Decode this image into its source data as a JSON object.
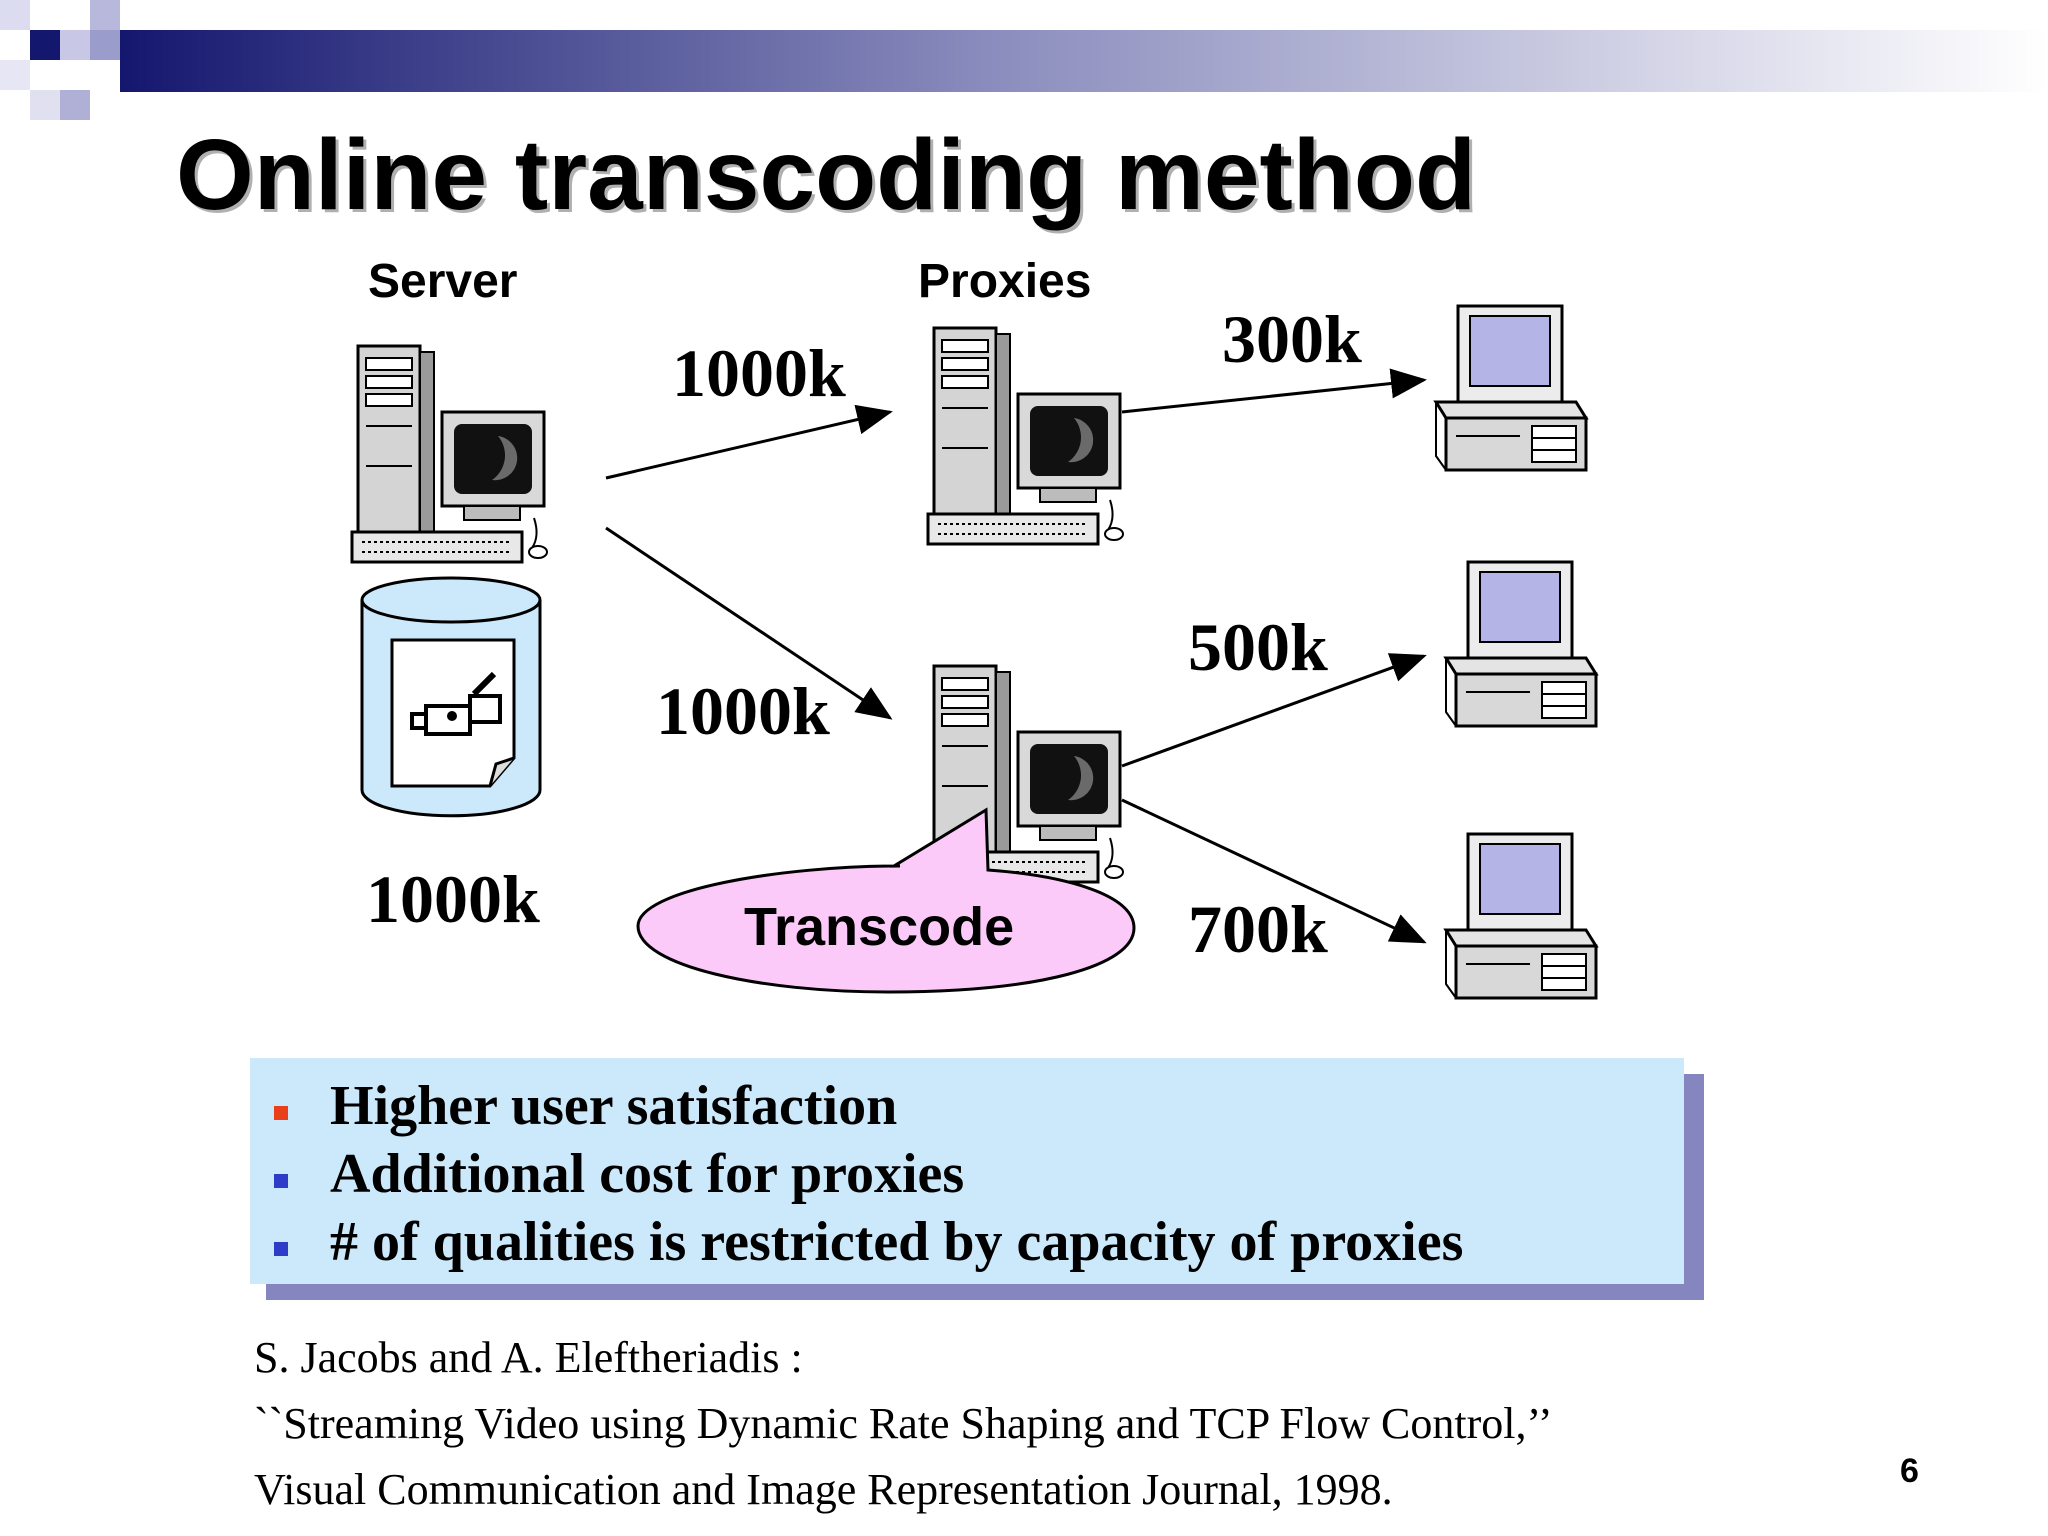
{
  "slide": {
    "title": "Online transcoding method",
    "page_number": "6"
  },
  "diagram": {
    "server_label": "Server",
    "proxies_label": "Proxies",
    "server_to_proxy_top_rate": "1000k",
    "server_to_proxy_bottom_rate": "1000k",
    "storage_rate": "1000k",
    "client_rates": [
      "300k",
      "500k",
      "700k"
    ],
    "callout": "Transcode"
  },
  "bullets": {
    "items": [
      {
        "text": "Higher user satisfaction",
        "color": "#e8401c"
      },
      {
        "text": "Additional cost for proxies",
        "color": "#2e3cc8"
      },
      {
        "text": "# of qualities is restricted by capacity of proxies",
        "color": "#2e3cc8"
      }
    ]
  },
  "citation": {
    "line1": "S. Jacobs and A. Eleftheriadis :",
    "line2": "``Streaming Video using Dynamic Rate Shaping and TCP Flow Control,’’",
    "line3": "Visual Communication and Image Representation Journal, 1998."
  },
  "colors": {
    "header_navy": "#1c1f7a",
    "bullet_box": "#cce9fb",
    "bullet_box_shadow": "#8585c0",
    "callout_fill": "#fccaf9",
    "storage_fill": "#cce9fb",
    "client_screen": "#b4b4e6"
  }
}
